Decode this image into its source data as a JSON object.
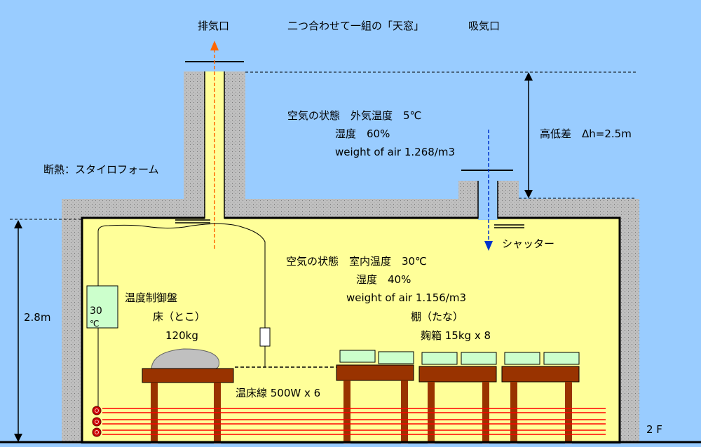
{
  "colors": {
    "sky": "#99ccff",
    "room": "#ffff99",
    "insulation": "#c0c0c0",
    "wood": "#993300",
    "koji_box": "#ccffcc",
    "heater_wire": "#ff0000",
    "exhaust_arrow": "#ff6600",
    "intake_arrow": "#0033cc",
    "mound": "#c0c0c0"
  },
  "labels": {
    "exhaust": "排気口",
    "skylight_pair": "二つ合わせて一組の「天窓」",
    "intake": "吸気口",
    "outside_air_state": "空気の状態　外気温度　5℃",
    "outside_humidity": "湿度　60%",
    "outside_air_weight": "weight of air 1.268/m3",
    "height_diff": "高低差　Δh=2.5m",
    "insulation": "断熱：スタイロフォーム",
    "shutter": "シャッター",
    "inside_air_state": "空気の状態　室内温度　30℃",
    "inside_humidity": "湿度　40%",
    "inside_air_weight": "weight of air 1.156/m3",
    "controller": "温度制御盤",
    "controller_temp_value": "30",
    "controller_temp_unit": "℃",
    "bed": "床（とこ）",
    "bed_weight": "120kg",
    "shelf": "棚（たな）",
    "koji_boxes": "麹箱 15kg x 8",
    "room_height": "2.8m",
    "heater": "温床線 500W x 6",
    "floor": "2 F"
  }
}
